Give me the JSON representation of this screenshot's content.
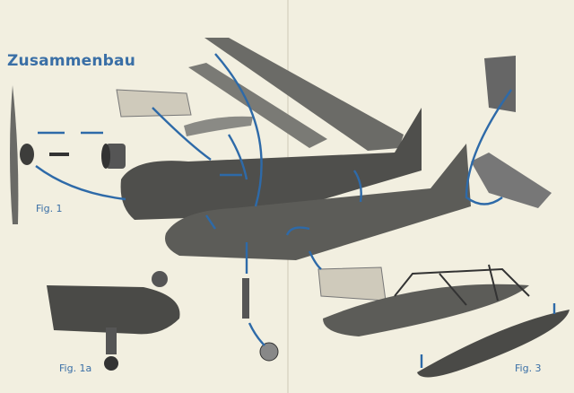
{
  "heading": "Zusammenbau",
  "figures": {
    "fig1": "Fig. 1",
    "fig1a": "Fig. 1a",
    "fig3": "Fig. 3"
  },
  "colors": {
    "paper": "#f2efe0",
    "accent": "#3a6fa6",
    "part": "#5a5a58"
  }
}
